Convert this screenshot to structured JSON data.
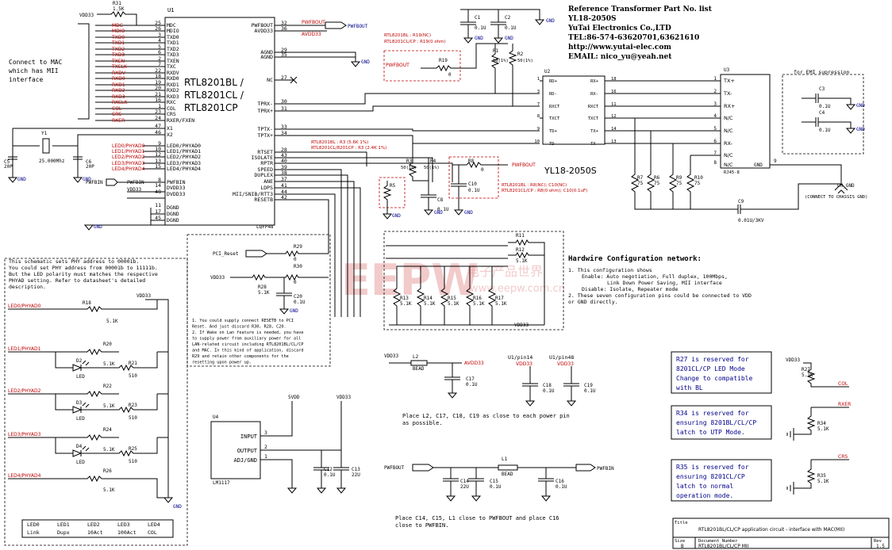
{
  "u1": {
    "ref": "U1",
    "title_lines": [
      "RTL8201BL /",
      "RTL8201CL /",
      "RTL8201CP"
    ],
    "footprint": "LQFP48",
    "left_pins": [
      {
        "name": "MDC",
        "num": "25"
      },
      {
        "name": "MDIO",
        "num": "26"
      },
      {
        "name": "TXD0",
        "num": "3"
      },
      {
        "name": "TXD1",
        "num": "4"
      },
      {
        "name": "TXD2",
        "num": "5"
      },
      {
        "name": "TXD3",
        "num": "6"
      },
      {
        "name": "TXEN",
        "num": "2"
      },
      {
        "name": "TXC",
        "num": "7"
      },
      {
        "name": "RXDV",
        "num": "22"
      },
      {
        "name": "RXD0",
        "num": "18"
      },
      {
        "name": "RXD1",
        "num": "19"
      },
      {
        "name": "RXD2",
        "num": "20"
      },
      {
        "name": "RXD3",
        "num": "21"
      },
      {
        "name": "RXC",
        "num": "16"
      },
      {
        "name": "COL",
        "num": "1"
      },
      {
        "name": "CRS",
        "num": "23"
      },
      {
        "name": "RXER/FXEN",
        "num": "24"
      },
      {
        "name": "X1",
        "num": "47"
      },
      {
        "name": "X2",
        "num": "46"
      },
      {
        "name": "LED0/PHYAD0",
        "num": "9"
      },
      {
        "name": "LED1/PHYAD1",
        "num": "10"
      },
      {
        "name": "LED2/PHYAD2",
        "num": "12"
      },
      {
        "name": "LED3/PHYAD3",
        "num": "13"
      },
      {
        "name": "LED4/PHYAD4",
        "num": "15"
      },
      {
        "name": "PWFBIN",
        "num": "8"
      },
      {
        "name": "DVDD33",
        "num": "14"
      },
      {
        "name": "DVDD33",
        "num": "48"
      },
      {
        "name": "DGND",
        "num": "11"
      },
      {
        "name": "DGND",
        "num": "17"
      },
      {
        "name": "DGND",
        "num": "45"
      }
    ],
    "right_pins": [
      {
        "name": "PWFBOUT",
        "num": "32"
      },
      {
        "name": "AVDD33",
        "num": "36"
      },
      {
        "name": "AGND",
        "num": "29"
      },
      {
        "name": "AGND",
        "num": "35"
      },
      {
        "name": "NC",
        "num": "27"
      },
      {
        "name": "TPRX-",
        "num": "30"
      },
      {
        "name": "TPRX+",
        "num": "31"
      },
      {
        "name": "TPTX-",
        "num": "33"
      },
      {
        "name": "TPTX+",
        "num": "34"
      },
      {
        "name": "RTSET",
        "num": "28"
      },
      {
        "name": "ISOLATE",
        "num": "43"
      },
      {
        "name": "RPTR",
        "num": "40"
      },
      {
        "name": "SPEED",
        "num": "39"
      },
      {
        "name": "DUPLEX",
        "num": "38"
      },
      {
        "name": "ANE",
        "num": "37"
      },
      {
        "name": "LDPS",
        "num": "41"
      },
      {
        "name": "MII/SNIB/RTT3",
        "num": "44"
      },
      {
        "name": "RESETB",
        "num": "42"
      }
    ]
  },
  "mac_signals": [
    "MDC",
    "MDIO",
    "TXD0",
    "TXD1",
    "TXD2",
    "TXD3",
    "TXEN",
    "TXCLK",
    "RXDV",
    "RXD0",
    "RXD1",
    "RXD2",
    "RXD3",
    "RXCLK",
    "COL",
    "CRS",
    "RXER"
  ],
  "labels": {
    "r31": "R31",
    "r31_val": "1.5K",
    "vdd33": "VDD33",
    "avdd33": "AVDD33",
    "vdd50": "5VDD",
    "connect_mac": [
      "Connect to MAC",
      "which has MII",
      "interface"
    ],
    "y1": "Y1",
    "y1_val": "25.000Mhz",
    "c5": "C5",
    "c5_val": "20P",
    "c6": "C6",
    "c6_val": "20P",
    "gnd": "GND",
    "pwfbin": "PWFBIN",
    "pwfbout": "PWFBOUT",
    "pwfbout_net": "PWFBOUT",
    "pci_reset": "PCI_Reset",
    "r19": "R19",
    "r19_val": "0",
    "rtl_notes_top": [
      "RTL8201BL : R19(NC)",
      "RTL8201CL/CP : R19(0 ohm)"
    ],
    "rtl_notes_mid": [
      "RTL8201BL : R3 (5.6K 1%)",
      "RTL8201CL/8201CP : R3 (2.4K 1%)"
    ],
    "rtl_notes_c10": [
      "RTL8201BL : R8(NC); C10(NC)",
      "RTL8201CL/CP : R8(0 ohm); C10(0.1uF)"
    ],
    "r1": "R1",
    "r1_val": "50(1%)",
    "r2": "R2",
    "r2_val": "50(1%)",
    "r3": "R3",
    "r3_val": "50(1%)",
    "r4": "R4",
    "r4_val": "50(1%)",
    "r5": "R5",
    "r8": "R8",
    "r8_val": "0",
    "c8": "C8",
    "c8_val": "0.1U",
    "c10": "C10",
    "c10_val": "0.1U",
    "c1": "C1",
    "c1_val": "0.1U",
    "c2": "C2",
    "c2_val": "0.1U",
    "u2": "U2",
    "u2_part": "YL18-2050S",
    "u2_left": [
      {
        "name": "RD+",
        "num": "1"
      },
      {
        "name": "RD-",
        "num": "3"
      },
      {
        "name": "RXCT",
        "num": "7"
      },
      {
        "name": "TXCT",
        "num": "8"
      },
      {
        "name": "TD+",
        "num": "9"
      },
      {
        "name": "TD-",
        "num": "10"
      }
    ],
    "u2_right": [
      {
        "name": "RX+",
        "num": "18"
      },
      {
        "name": "RX-",
        "num": "16"
      },
      {
        "name": "RXCT",
        "num": "11"
      },
      {
        "name": "TXCT",
        "num": "12"
      },
      {
        "name": "TX+",
        "num": "14"
      },
      {
        "name": "TX-",
        "num": "13"
      }
    ],
    "u3": "U3",
    "u3_footprint": "RJ45-8",
    "u3_pins": [
      {
        "name": "TX+",
        "num": "1"
      },
      {
        "name": "TX-",
        "num": "2"
      },
      {
        "name": "RX+",
        "num": "3"
      },
      {
        "name": "N/C",
        "num": "4"
      },
      {
        "name": "N/C",
        "num": "5"
      },
      {
        "name": "RX-",
        "num": "6"
      },
      {
        "name": "N/C",
        "num": "7"
      },
      {
        "name": "N/C",
        "num": "8"
      }
    ],
    "u3_gnd": "GND",
    "u3_gnd_num": "9",
    "r7": "R7",
    "r6": "R6",
    "r9": "R9",
    "r10": "R10",
    "r75": "75",
    "c9": "C9",
    "c9_val": "0.01U/3KV",
    "emi": "for EMI supression",
    "c3": "C3",
    "c3_val": "0.1U",
    "c4": "C4",
    "c4_val": "0.1U",
    "ch_gnd": "CH_GND",
    "chassis": "(CONNECT TO CHASSIS GND)",
    "ref_title": "Reference Transformer Part No. list",
    "ref_lines": [
      "YL18-2050S",
      "YuTai Electronics Co.,LTD",
      "TEL:86-574-63620701,63621610",
      "http://www.yutai-elec.com",
      "EMAIL: nico_yu@yeah.net"
    ],
    "hw_title": "Hardwire Configuration network:",
    "hw_lines": [
      "1. This configuration shows",
      "Enable: Auto negotiation, Full duplex, 100Mbps,",
      "Link Down Power Saving, MII interface",
      "Disable: Isolate, Repeater mode",
      "2. These seven configuration pins could be connected to VDD",
      "or GND directly."
    ],
    "r11": "R11",
    "r12": "R12",
    "r13": "R13",
    "r14": "R14",
    "r15": "R15",
    "r16": "R16",
    "r17": "R17",
    "r51k": "5.1K",
    "r28": "R28",
    "r29": "R29",
    "r30": "R30",
    "r28_val": "5.1K",
    "r0": "0",
    "c20": "C20",
    "c20_val": "0.1U",
    "reset_notes": [
      "1. You could supply connect RESETB to PCI",
      "Reset. And just discard R30, R28, C20.",
      "2. If Wake on Lan feature is needed, you have",
      "to supply power from auxiliary power for all",
      "LAN-related circuit including RTL8201BL/CL/CP",
      "and MAC. In this kind of application, discard",
      "R29 and retain other components for the",
      "resetting upon power up."
    ],
    "phy_notes": [
      "This schematic sets PHY address to 00001b.",
      "You could set PHY address from 00001b to 11111b.",
      "But the LED polarity must matches the respective",
      "PHYAD setting. Refer to datasheet's detailed",
      "description."
    ],
    "led_nets": [
      "LED0/PHYAD0",
      "LED1/PHYAD1",
      "LED2/PHYAD2",
      "LED3/PHYAD3",
      "LED4/PHYAD4"
    ],
    "r18": "R18",
    "r20": "R20",
    "r21": "R21",
    "r22": "R22",
    "r23": "R23",
    "r24": "R24",
    "r25": "R25",
    "r26": "R26",
    "r510": "510",
    "d2": "D2",
    "d3": "D3",
    "d4": "D4",
    "led": "LED",
    "led_table_head": [
      "LED0",
      "LED1",
      "LED2",
      "LED3",
      "LED4"
    ],
    "led_table_row": [
      "Link",
      "Dupx",
      "10Act",
      "100Act",
      "COL"
    ],
    "u4": "U4",
    "u4_part": "LM1117",
    "u4_pins": [
      {
        "name": "INPUT",
        "num": "3"
      },
      {
        "name": "OUTPUT",
        "num": "2"
      },
      {
        "name": "ADJ/GND",
        "num": "1"
      }
    ],
    "c12": "C12",
    "c12_val": "0.1U",
    "c13": "C13",
    "c13_val": "22U",
    "l2": "L2",
    "bead": "BEAD",
    "c17": "C17",
    "c17_val": "0.1U",
    "u1pin14": "U1/pin14",
    "u1pin48": "U1/pin48",
    "c18": "C18",
    "c19": "C19",
    "c18_val": "0.1U",
    "c19_val": "0.1U",
    "place_note1": [
      "Place L2, C17, C18, C19 as close to each power pin",
      "as possible."
    ],
    "l1": "L1",
    "c14": "C14",
    "c14_val": "22U",
    "c15": "C15",
    "c15_val": "0.1U",
    "c16": "C16",
    "c16_val": "0.1U",
    "place_note2": [
      "Place C14, C15, L1 close to PWFBOUT and place C16",
      "close to PWFBIN."
    ],
    "r27_box": [
      "R27 is reserved for",
      "8201CL/CP LED Mode",
      "Change to compatible",
      "with BL"
    ],
    "r34_box": [
      "R34 is reserved for",
      "ensuring 8201BL/CL/CP",
      "latch to UTP Mode."
    ],
    "r35_box": [
      "R35 is reserved for",
      "ensuring 8201CL/CP",
      "latch to normal",
      "operation mode."
    ],
    "r27": "R27",
    "r34": "R34",
    "r35": "R35",
    "col_net": "COL",
    "rxer_net": "RXER",
    "crs_net": "CRS",
    "tb_title_lbl": "Title",
    "tb_title": "RTL8201BL/CL/CP application circuit - interface with MAC(MII)",
    "tb_size_lbl": "Size",
    "tb_size": "B",
    "tb_doc_lbl": "Document Number",
    "tb_doc": "RTL8201BL/CL/CP MII",
    "tb_rev_lbl": "Rev",
    "tb_rev": "1.5",
    "watermark": "EEPW",
    "watermark_cn": "电子产品世界",
    "watermark_url": "www.eepw.com.cn"
  }
}
